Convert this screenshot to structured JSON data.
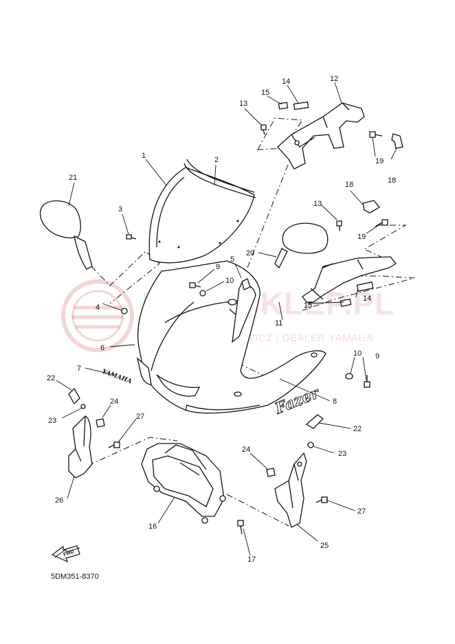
{
  "watermark": {
    "main_text": "MOTOSKLEP.PL",
    "sub_text": "GRZECHOWICZ | DEALER YAMAHA"
  },
  "parts": [
    {
      "id": "p1",
      "number": "1"
    },
    {
      "id": "p2",
      "number": "2"
    },
    {
      "id": "p3",
      "number": "3"
    },
    {
      "id": "p4",
      "number": "4"
    },
    {
      "id": "p5",
      "number": "5"
    },
    {
      "id": "p6",
      "number": "6"
    },
    {
      "id": "p7",
      "number": "7"
    },
    {
      "id": "p8",
      "number": "8"
    },
    {
      "id": "p9a",
      "number": "9"
    },
    {
      "id": "p9b",
      "number": "9"
    },
    {
      "id": "p10a",
      "number": "10"
    },
    {
      "id": "p10b",
      "number": "10"
    },
    {
      "id": "p11",
      "number": "11"
    },
    {
      "id": "p12",
      "number": "12"
    },
    {
      "id": "p13a",
      "number": "13"
    },
    {
      "id": "p13b",
      "number": "13"
    },
    {
      "id": "p14a",
      "number": "14"
    },
    {
      "id": "p14b",
      "number": "14"
    },
    {
      "id": "p15a",
      "number": "15"
    },
    {
      "id": "p15b",
      "number": "15"
    },
    {
      "id": "p16",
      "number": "16"
    },
    {
      "id": "p17",
      "number": "17"
    },
    {
      "id": "p18a",
      "number": "18"
    },
    {
      "id": "p18b",
      "number": "18"
    },
    {
      "id": "p19a",
      "number": "19"
    },
    {
      "id": "p19b",
      "number": "19"
    },
    {
      "id": "p20",
      "number": "20"
    },
    {
      "id": "p21",
      "number": "21"
    },
    {
      "id": "p22a",
      "number": "22"
    },
    {
      "id": "p22b",
      "number": "22"
    },
    {
      "id": "p23a",
      "number": "23"
    },
    {
      "id": "p23b",
      "number": "23"
    },
    {
      "id": "p24a",
      "number": "24"
    },
    {
      "id": "p24b",
      "number": "24"
    },
    {
      "id": "p25",
      "number": "25"
    },
    {
      "id": "p26",
      "number": "26"
    },
    {
      "id": "p27a",
      "number": "27"
    },
    {
      "id": "p27b",
      "number": "27"
    }
  ],
  "decal_text": {
    "yamaha": "YAMAHA",
    "fazer": "Fazer"
  },
  "direction_arrow": "FWD",
  "diagram_code": "5DM351-8370"
}
